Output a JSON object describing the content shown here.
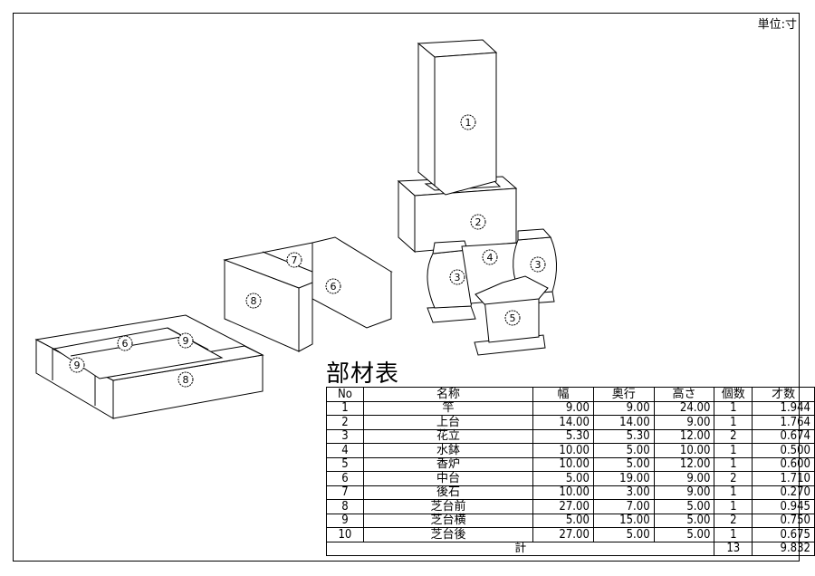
{
  "unit_label": "単位:寸",
  "title": "部材表",
  "drawing": {
    "part_labels": [
      "1",
      "2",
      "3",
      "4",
      "3",
      "5",
      "7",
      "6",
      "8",
      "6",
      "9",
      "9",
      "8"
    ]
  },
  "table": {
    "headers": [
      "No",
      "名称",
      "幅",
      "奥行",
      "高さ",
      "個数",
      "才数"
    ],
    "rows": [
      [
        "1",
        "竿",
        "9.00",
        "9.00",
        "24.00",
        "1",
        "1.944"
      ],
      [
        "2",
        "上台",
        "14.00",
        "14.00",
        "9.00",
        "1",
        "1.764"
      ],
      [
        "3",
        "花立",
        "5.30",
        "5.30",
        "12.00",
        "2",
        "0.674"
      ],
      [
        "4",
        "水鉢",
        "10.00",
        "5.00",
        "10.00",
        "1",
        "0.500"
      ],
      [
        "5",
        "香炉",
        "10.00",
        "5.00",
        "12.00",
        "1",
        "0.600"
      ],
      [
        "6",
        "中台",
        "5.00",
        "19.00",
        "9.00",
        "2",
        "1.710"
      ],
      [
        "7",
        "後石",
        "10.00",
        "3.00",
        "9.00",
        "1",
        "0.270"
      ],
      [
        "8",
        "芝台前",
        "27.00",
        "7.00",
        "5.00",
        "1",
        "0.945"
      ],
      [
        "9",
        "芝台横",
        "5.00",
        "15.00",
        "5.00",
        "2",
        "0.750"
      ],
      [
        "10",
        "芝台後",
        "27.00",
        "5.00",
        "5.00",
        "1",
        "0.675"
      ]
    ],
    "total": {
      "label": "計",
      "count": "13",
      "sai": "9.832"
    }
  }
}
